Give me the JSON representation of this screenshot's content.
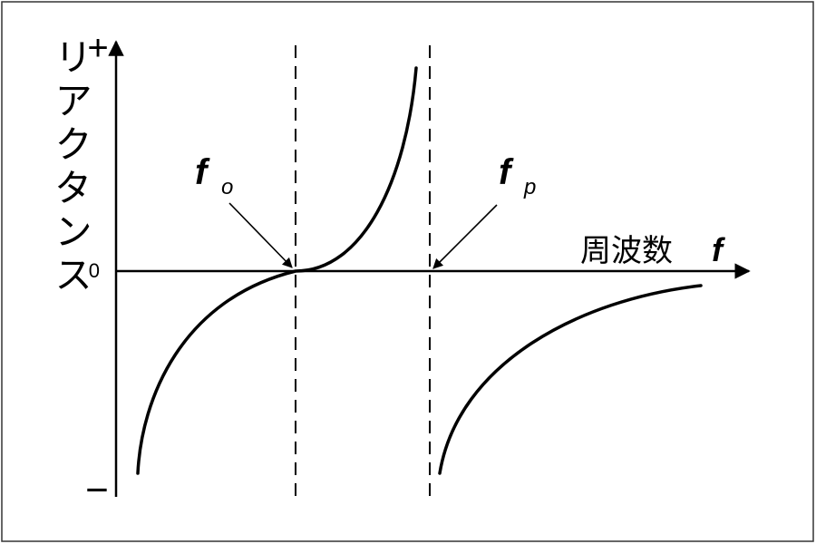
{
  "diagram": {
    "y_axis": {
      "label": "リアクタンス",
      "plus_sign": "+",
      "minus_sign": "−",
      "zero_label": "0"
    },
    "x_axis": {
      "label": "周波数",
      "variable": "f"
    },
    "markers": {
      "fo": {
        "symbol": "f",
        "subscript": "o"
      },
      "fp": {
        "symbol": "f",
        "subscript": "p"
      }
    },
    "colors": {
      "ink": "#000000",
      "background": "#ffffff",
      "frame": "#333333"
    }
  }
}
